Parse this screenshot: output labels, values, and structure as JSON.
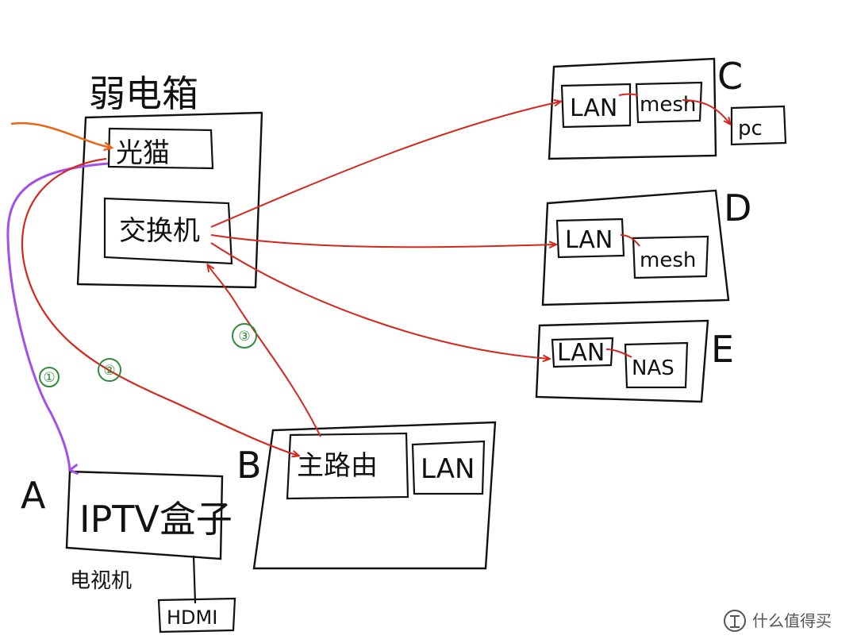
{
  "diagram": {
    "colors": {
      "ink": "#111111",
      "red": "#d4281d",
      "orange": "#e8661a",
      "purple": "#a44fe6",
      "green": "#2e8b3a"
    },
    "left_box": {
      "title": "弱电箱",
      "optical_modem": "光猫",
      "switch": "交换机"
    },
    "node_a": {
      "letter": "A",
      "device": "IPTV盒子",
      "tv": "电视机",
      "hdmi": "HDMI"
    },
    "node_b": {
      "letter": "B",
      "router": "主路由",
      "lan": "LAN"
    },
    "node_c": {
      "letter": "C",
      "lan": "LAN",
      "mesh": "mesh",
      "pc": "pc"
    },
    "node_d": {
      "letter": "D",
      "lan": "LAN",
      "mesh": "mesh"
    },
    "node_e": {
      "letter": "E",
      "lan": "LAN",
      "nas": "NAS"
    },
    "step_labels": [
      "①",
      "②",
      "③"
    ],
    "watermark": {
      "icon": "zhi-icon",
      "text": "什么值得买"
    }
  }
}
